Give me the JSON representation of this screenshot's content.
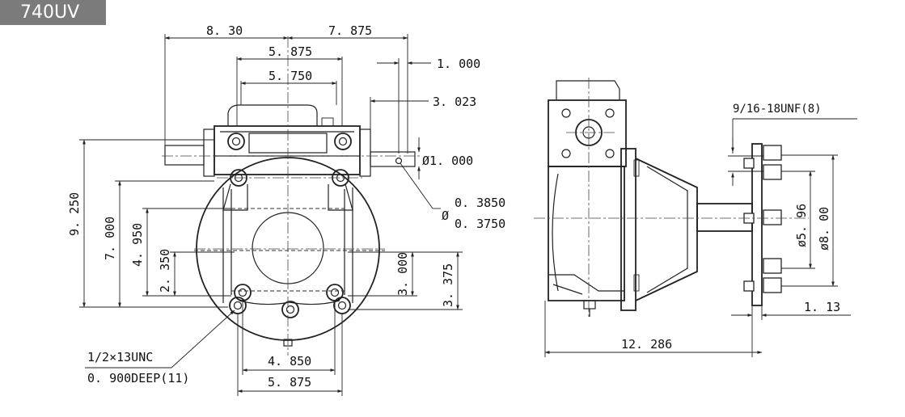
{
  "model": "740UV",
  "front_view": {
    "dim_8_30": "8. 30",
    "dim_7_875": "7. 875",
    "dim_5_875_top": "5. 875",
    "dim_5_750": "5. 750",
    "dim_1_000": "1. 000",
    "dim_3_023": "3. 023",
    "dim_shaft_dia": "Ø1. 000",
    "dim_keyway_dia": "Ø",
    "dim_0_3850": "0. 3850",
    "dim_0_3750": "0. 3750",
    "dim_9_250": "9. 250",
    "dim_7_000": "7. 000",
    "dim_4_950": "4. 950",
    "dim_2_350": "2. 350",
    "dim_3_000": "3. 000",
    "dim_3_375": "3. 375",
    "dim_4_850": "4. 850",
    "dim_5_875_bottom": "5. 875",
    "note_thread": "1/2×13UNC",
    "note_depth": "0. 900DEEP(11)"
  },
  "side_view": {
    "note_unf": "9/16-18UNF(8)",
    "dim_5_96": "ø5. 96",
    "dim_8_00": "ø8. 00",
    "dim_1_13": "1. 13",
    "dim_12_286": "12. 286"
  }
}
